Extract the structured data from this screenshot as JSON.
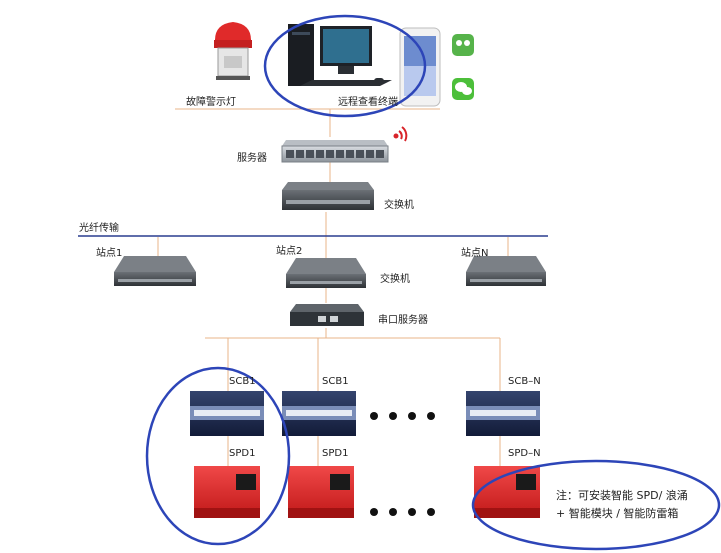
{
  "top": {
    "alarm_label": "故障警示灯",
    "terminal_label": "远程查看终端",
    "server_label": "服务器",
    "switch_label": "交换机"
  },
  "network": {
    "fiber_label": "光纤传输",
    "stations": [
      "站点1",
      "站点2",
      "站点N"
    ],
    "station_switch_label": "交换机",
    "serial_server_label": "串口服务器"
  },
  "modules": {
    "scb": [
      "SCB1",
      "SCB1",
      "SCB–N"
    ],
    "spd": [
      "SPD1",
      "SPD1",
      "SPD–N"
    ]
  },
  "note": {
    "line1": "注：可安装智能 SPD/ 浪涌",
    "line2": "+ 智能模块 / 智能防雷箱"
  },
  "colors": {
    "line_orange": "#e8b48a",
    "fiber_blue": "#2a3d8f",
    "ellipse_blue": "#2d45b8",
    "spd_red": "#e02828",
    "scb_navy": "#1c2a52",
    "device_grey": "#4a4f55"
  }
}
